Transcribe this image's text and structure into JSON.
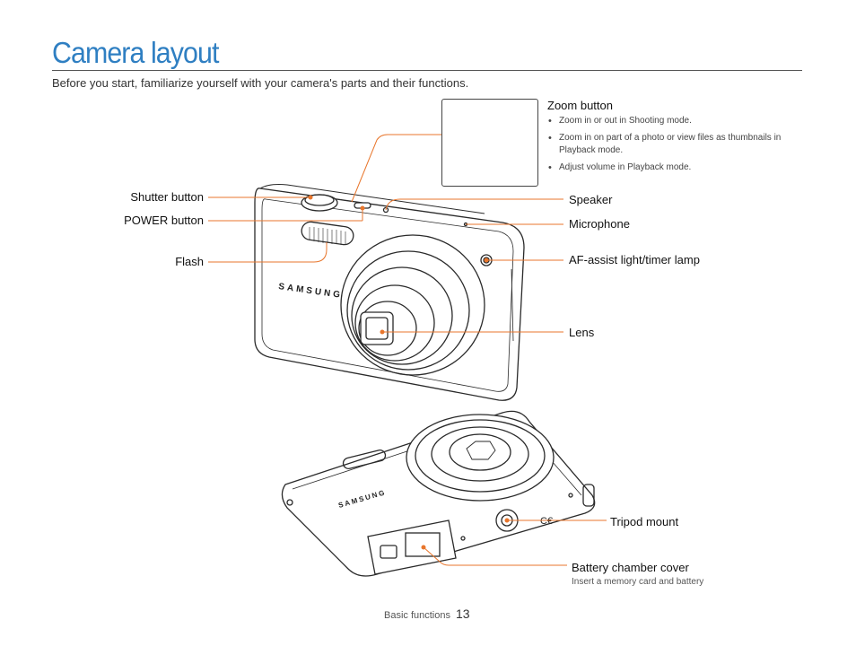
{
  "page": {
    "title": "Camera layout",
    "intro": "Before you start, familiarize yourself with your camera's parts and their functions."
  },
  "labels": {
    "shutter": "Shutter button",
    "power": "POWER button",
    "flash": "Flash",
    "speaker": "Speaker",
    "microphone": "Microphone",
    "af_lamp": "AF-assist light/timer lamp",
    "lens": "Lens",
    "tripod": "Tripod mount",
    "battery": "Battery chamber cover",
    "battery_sub": "Insert a memory card and battery"
  },
  "zoom": {
    "title": "Zoom button",
    "bullets": [
      "Zoom in or out in Shooting mode.",
      "Zoom in on part of a photo or view files as thumbnails in Playback mode.",
      "Adjust volume in Playback mode."
    ]
  },
  "camera": {
    "brand_front": "SAMSUNG",
    "brand_bottom": "SAMSUNG"
  },
  "footer": {
    "section": "Basic functions",
    "page_number": "13"
  },
  "colors": {
    "title": "#2f7fc2",
    "leader": "#e8762c",
    "outline": "#2a2a2a"
  }
}
